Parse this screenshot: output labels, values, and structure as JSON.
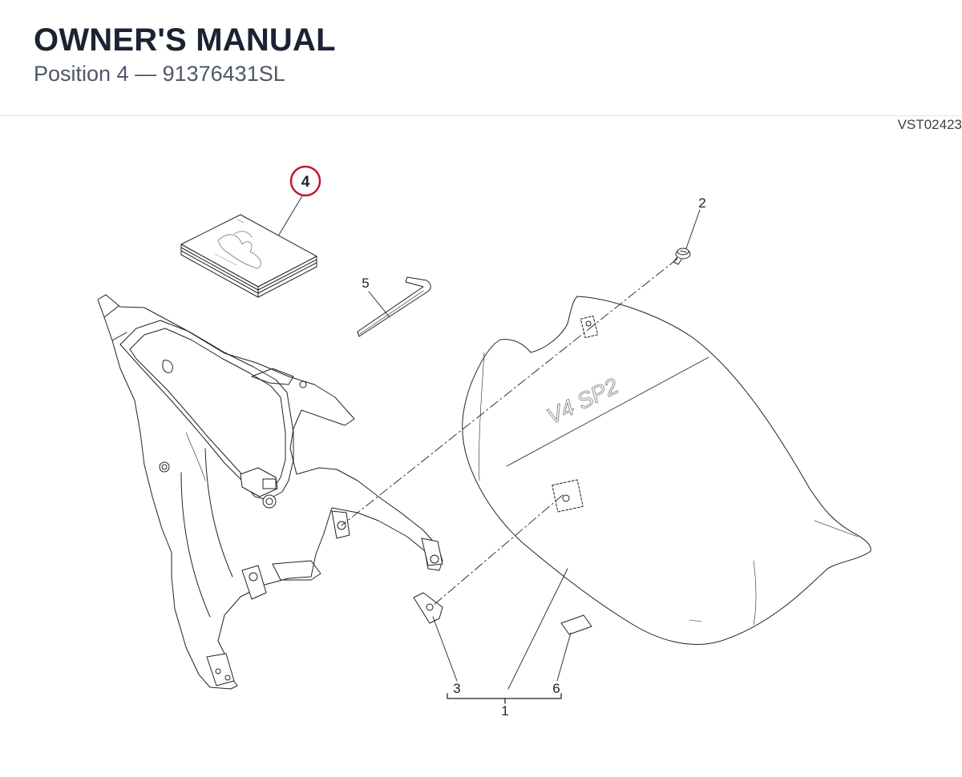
{
  "header": {
    "title": "OWNER'S MANUAL",
    "subtitle": "Position 4 — 91376431SL"
  },
  "drawing_code": "VST02423",
  "callouts": {
    "highlighted": "4",
    "c1": "1",
    "c2": "2",
    "c3": "3",
    "c5": "5",
    "c6": "6"
  },
  "seat_text": "V4 SP2",
  "colors": {
    "title": "#1b2233",
    "subtitle": "#4f5668",
    "highlight_ring": "#c8102e",
    "line": "#222222"
  }
}
